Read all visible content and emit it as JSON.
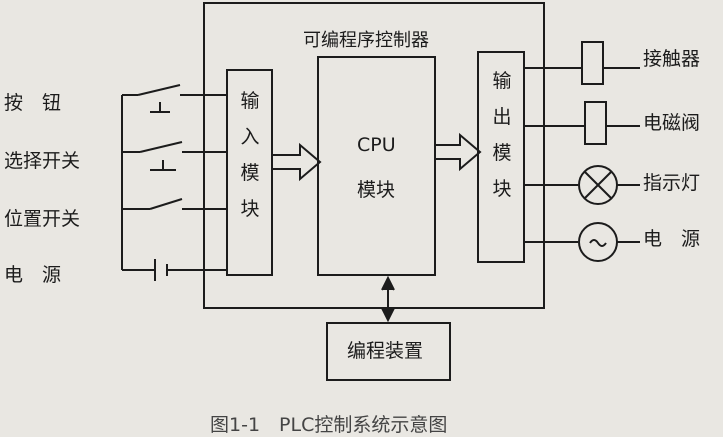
{
  "title": "可编程序控制器",
  "inputs": [
    "按　钮",
    "选择开关",
    "位置开关",
    "电　源"
  ],
  "input_module": [
    "输",
    "入",
    "模",
    "块"
  ],
  "cpu": {
    "line1": "CPU",
    "line2": "模块"
  },
  "output_module": [
    "输",
    "出",
    "模",
    "块"
  ],
  "outputs": [
    "接触器",
    "电磁阀",
    "指示灯",
    "电　源"
  ],
  "programmer": "编程装置",
  "caption": "图1-1　PLC控制系统示意图"
}
